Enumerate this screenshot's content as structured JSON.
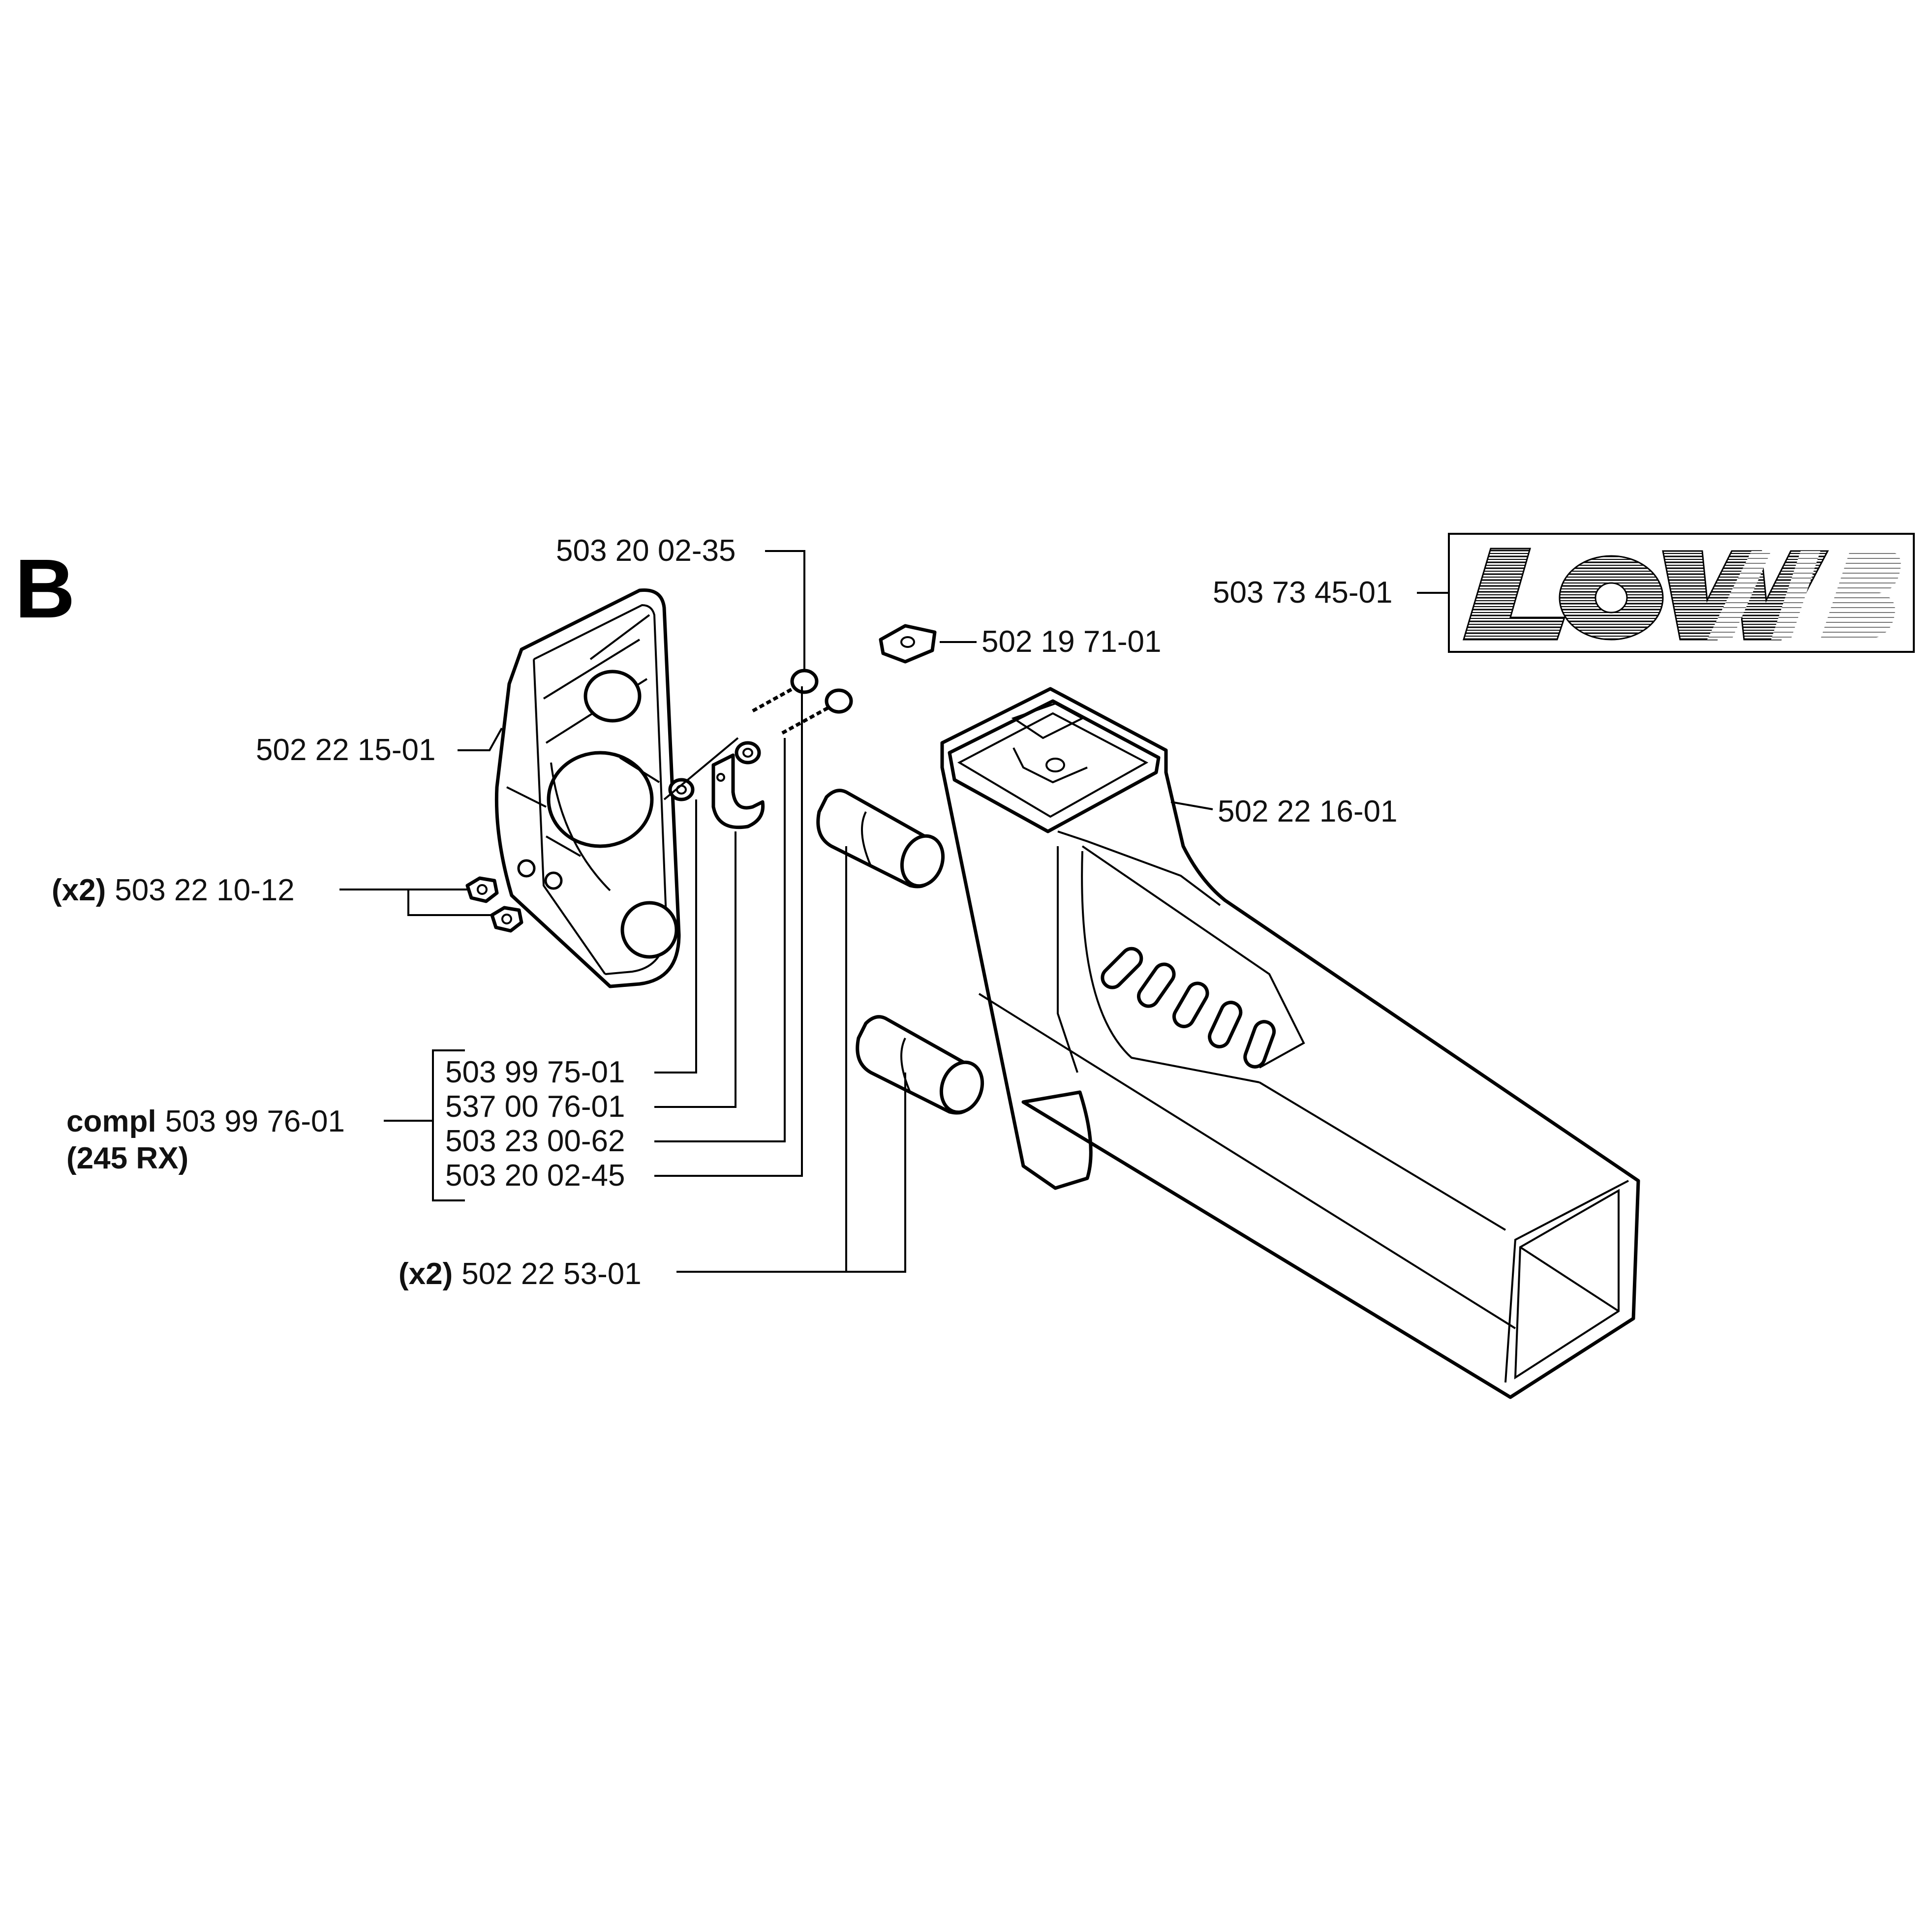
{
  "section_letter": "B",
  "decal": {
    "part_no": "503 73 45-01",
    "logo_text": "LOW VIB"
  },
  "callouts": {
    "screw_a": "503 20 02-35",
    "nut_square": "502 19 71-01",
    "housing": "502 22 15-01",
    "handle": "502 22 16-01",
    "nuts": {
      "qty": "(x2)",
      "part_no": "503 22 10-12"
    },
    "kit_items": [
      "503 99 75-01",
      "537 00 76-01",
      "503 23 00-62",
      "503 20 02-45"
    ],
    "kit": {
      "prefix": "compl",
      "part_no": "503 99 76-01",
      "model": "(245 RX)"
    },
    "dampers": {
      "qty": "(x2)",
      "part_no": "502 22 53-01"
    }
  }
}
